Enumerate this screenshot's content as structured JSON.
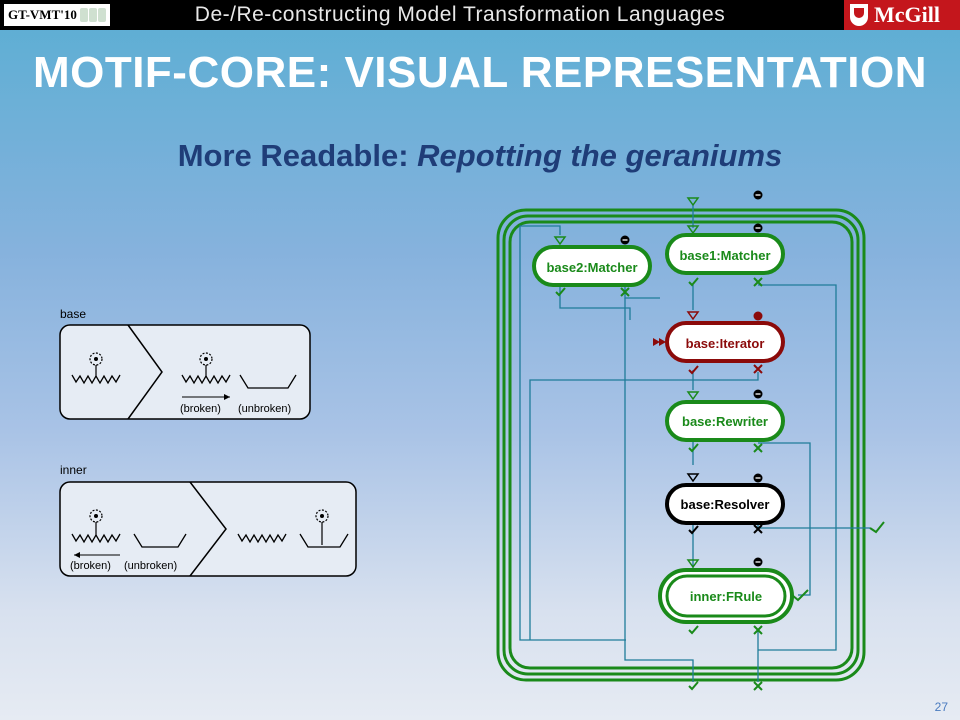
{
  "header": {
    "conference": "GT-VMT'10",
    "deck_title": "De-/Re-constructing Model Transformation Languages",
    "university": "McGill"
  },
  "slide": {
    "title": "MOTIF-CORE: VISUAL REPRESENTATION",
    "subtitle_bold": "More Readable: ",
    "subtitle_italic": "Repotting the geraniums",
    "number": "27"
  },
  "rules": {
    "base": {
      "label": "base",
      "broken": "(broken)",
      "unbroken": "(unbroken)"
    },
    "inner": {
      "label": "inner",
      "broken": "(broken)",
      "unbroken": "(unbroken)"
    }
  },
  "flow": {
    "blocks": {
      "base2": "base2:Matcher",
      "base1": "base1:Matcher",
      "iterator": "base:Iterator",
      "rewriter": "base:Rewriter",
      "resolver": "base:Resolver",
      "frule": "inner:FRule"
    },
    "colors": {
      "green": "#1a8a1a",
      "darkred": "#8b0a0a",
      "black": "#000000",
      "teal": "#1f7c99"
    }
  }
}
